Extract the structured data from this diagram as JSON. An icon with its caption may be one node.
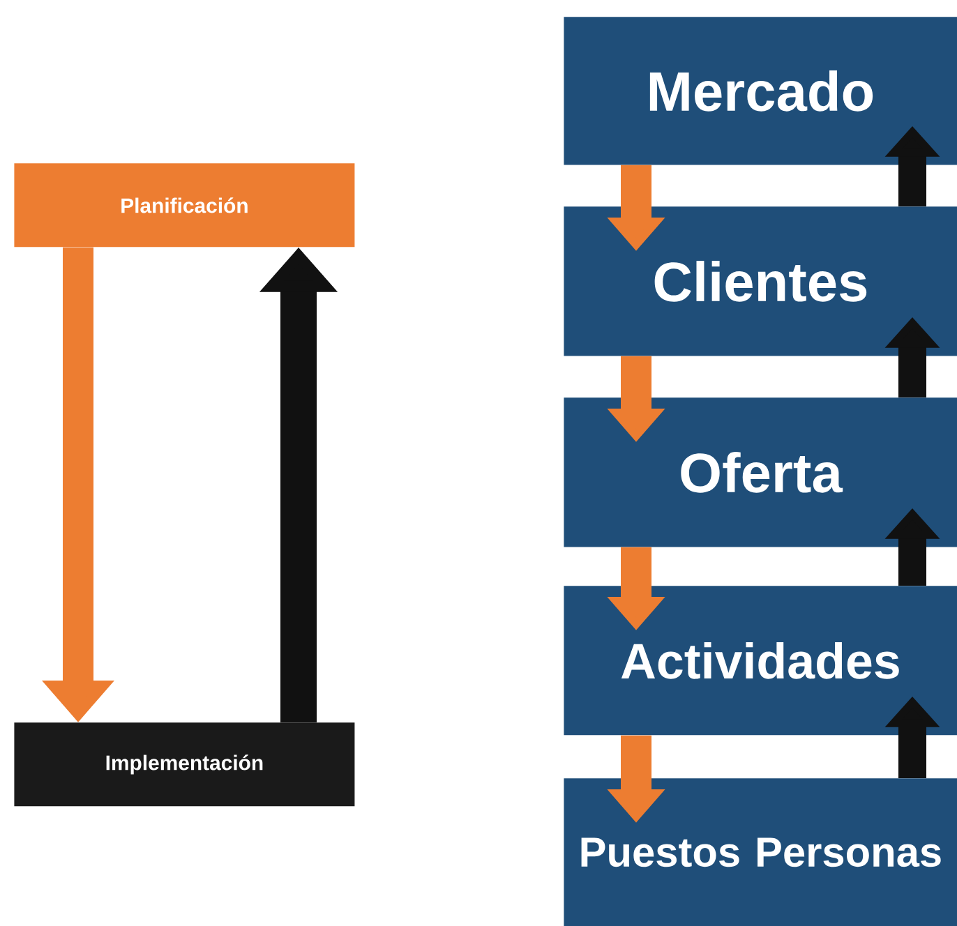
{
  "diagram": {
    "nodes": [
      {
        "text": [
          "Planificación"
        ]
      },
      {
        "text": [
          "Implementación"
        ]
      },
      {
        "text": [
          "Mercado"
        ]
      },
      {
        "text": [
          "Clientes"
        ]
      },
      {
        "text": [
          "Oferta"
        ]
      },
      {
        "text": [
          "Actividades"
        ]
      },
      {
        "text": [
          "Puestos Personas"
        ]
      }
    ],
    "edges": [
      {
        "from": 0,
        "to": 1,
        "arrow": "to",
        "color": "#ed7d31"
      },
      {
        "from": 1,
        "to": 0,
        "arrow": "to",
        "color": "#111111"
      },
      {
        "from": 2,
        "to": 3,
        "arrow": "to",
        "color": "#ed7d31"
      },
      {
        "from": 3,
        "to": 2,
        "arrow": "to",
        "color": "#111111"
      },
      {
        "from": 3,
        "to": 4,
        "arrow": "to",
        "color": "#ed7d31"
      },
      {
        "from": 4,
        "to": 3,
        "arrow": "to",
        "color": "#111111"
      },
      {
        "from": 4,
        "to": 5,
        "arrow": "to",
        "color": "#ed7d31"
      },
      {
        "from": 5,
        "to": 4,
        "arrow": "to",
        "color": "#111111"
      },
      {
        "from": 5,
        "to": 6,
        "arrow": "to",
        "color": "#ed7d31"
      },
      {
        "from": 6,
        "to": 5,
        "arrow": "to",
        "color": "#111111"
      }
    ]
  }
}
